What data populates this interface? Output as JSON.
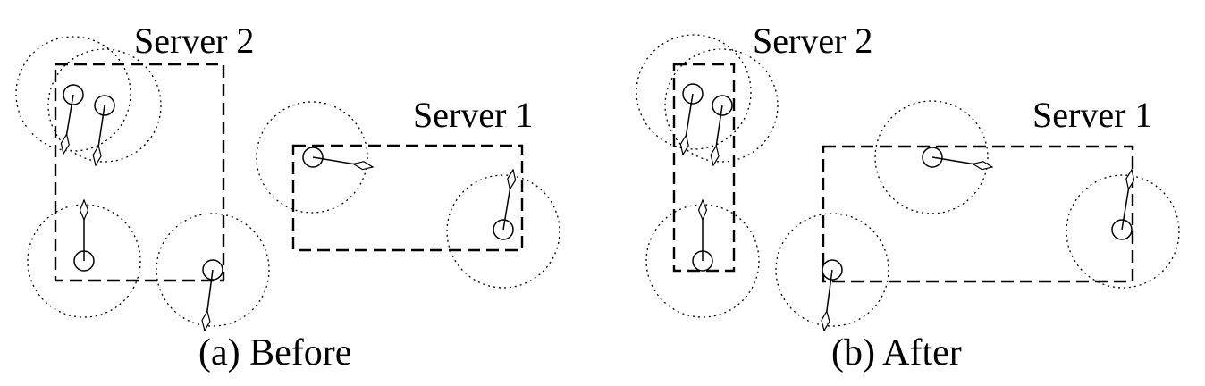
{
  "panels": [
    {
      "caption": "(a) Before",
      "server1_label": "Server 1",
      "server2_label": "Server 2"
    },
    {
      "caption": "(b) After",
      "server1_label": "Server 1",
      "server2_label": "Server 2"
    }
  ],
  "colors": {
    "stroke": "#000000",
    "background": "#ffffff"
  }
}
